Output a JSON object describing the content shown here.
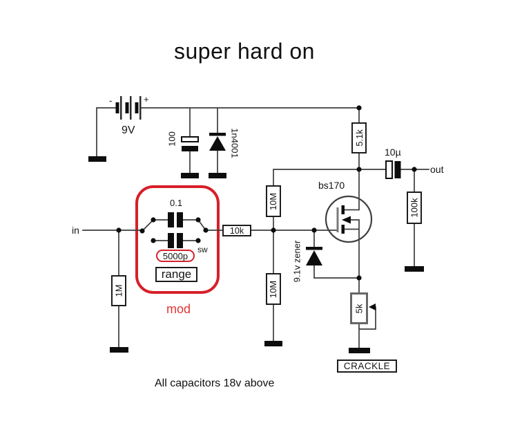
{
  "schematic": {
    "title": "super hard on",
    "note": "All capacitors 18v above",
    "power": {
      "battery": "9V",
      "minus": "-",
      "plus": "+",
      "filter_cap": "100",
      "protection_diode": "1n4001"
    },
    "input": {
      "in_label": "in",
      "pulldown_resistor": "1M",
      "series_resistor": "10k"
    },
    "mod": {
      "cap_top": "0.1",
      "cap_bottom": "5000p",
      "switch": "sw",
      "range_label": "range",
      "caption": "mod"
    },
    "bias": {
      "feedback_resistor": "10M",
      "ground_resistor": "10M",
      "zener": "9.1v zener"
    },
    "transistor": {
      "name": "bs170"
    },
    "output": {
      "drain_resistor": "5.1k",
      "coupling_cap": "10µ",
      "out_label": "out",
      "load_resistor": "100k"
    },
    "crackle": {
      "pot": "5k",
      "label": "CRACKLE"
    },
    "colors": {
      "accent_red": "#d6202a",
      "mod_text_red": "#e03535",
      "wire": "#3c3c3c",
      "ink": "#0d0d0d"
    }
  }
}
